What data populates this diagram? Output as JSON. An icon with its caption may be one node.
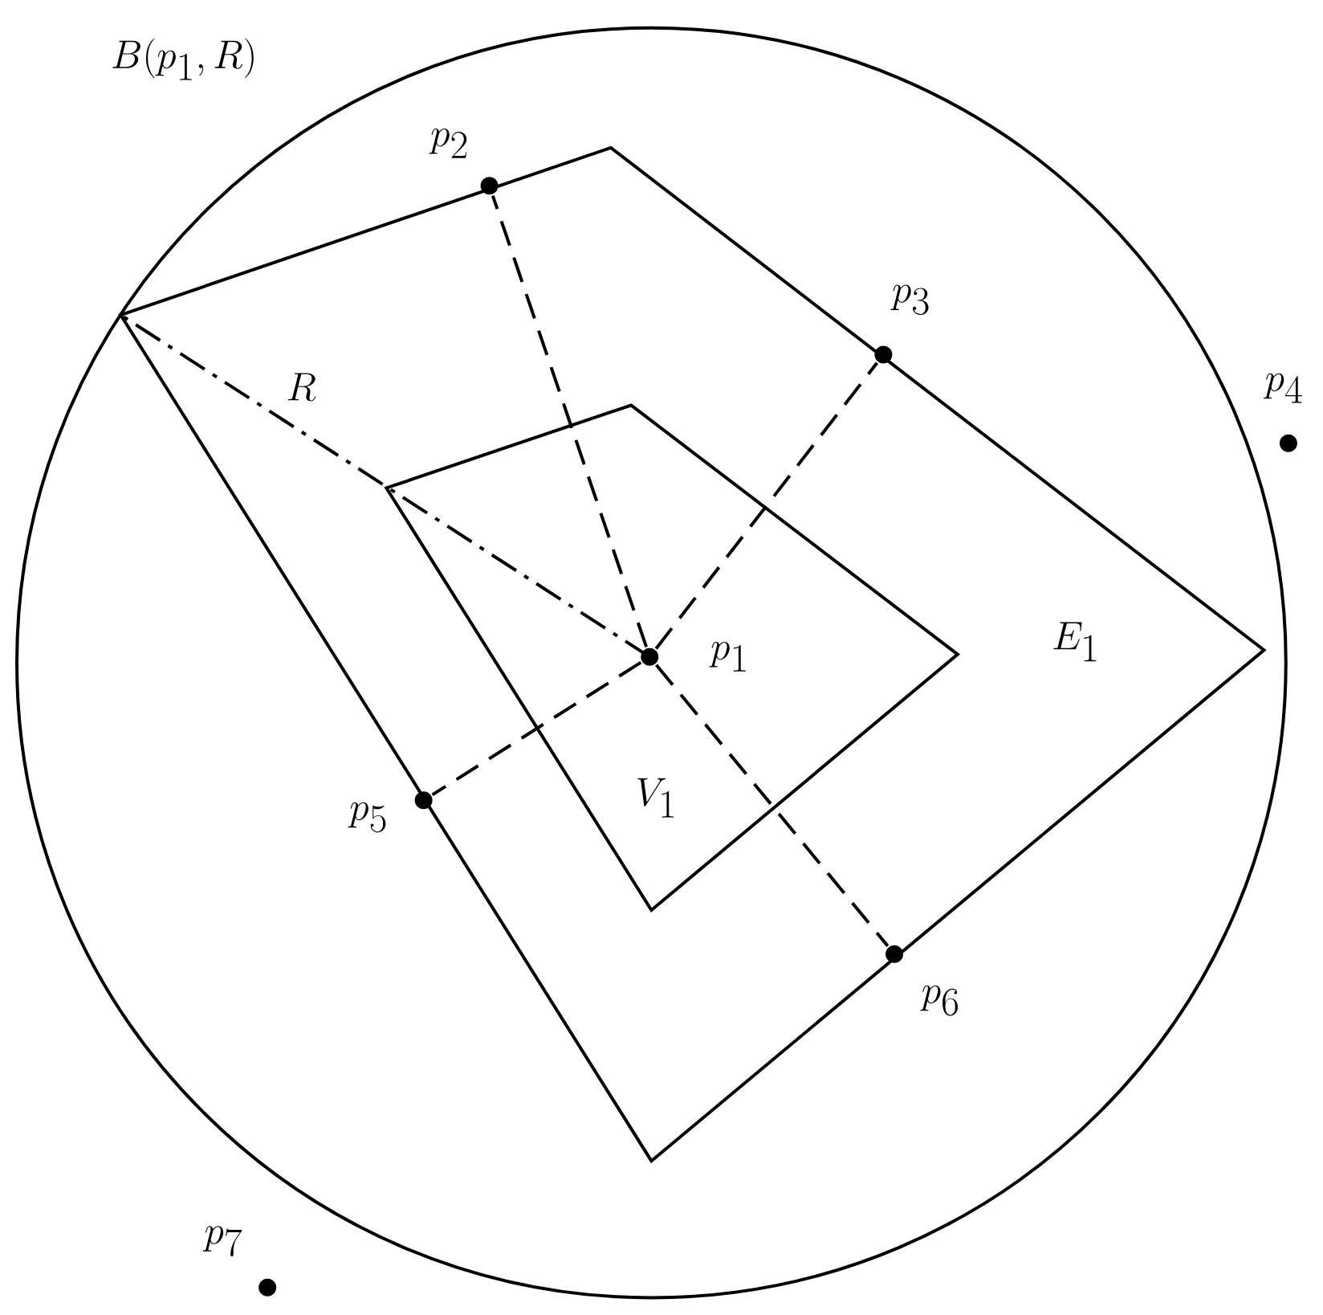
{
  "diagram": {
    "nodes": [
      {
        "text": [
          "B(p_1, R)"
        ]
      },
      {
        "text": [
          "E_1"
        ],
        "in": 0
      },
      {
        "text": [
          "V_1"
        ],
        "in": 1
      },
      {
        "text": [
          "p_1"
        ],
        "in": 2
      },
      {
        "text": [
          "p_2"
        ],
        "in": 1
      },
      {
        "text": [
          "p_3"
        ],
        "in": 1
      },
      {
        "text": [
          "p_4"
        ]
      },
      {
        "text": [
          "p_5"
        ],
        "in": 1
      },
      {
        "text": [
          "p_6"
        ],
        "in": 1
      },
      {
        "text": [
          "p_7"
        ]
      }
    ],
    "edges": [
      {
        "from": 3,
        "to": 4,
        "arrow": "none",
        "style": "dashed"
      },
      {
        "from": 3,
        "to": 5,
        "arrow": "none",
        "style": "dashed"
      },
      {
        "from": 3,
        "to": 7,
        "arrow": "none",
        "style": "dashed"
      },
      {
        "from": 3,
        "to": 8,
        "arrow": "none",
        "style": "dashed"
      }
    ],
    "labels": [
      "R"
    ]
  }
}
